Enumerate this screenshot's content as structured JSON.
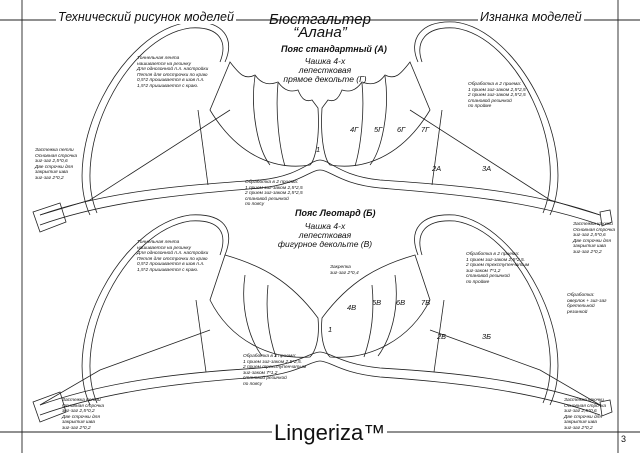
{
  "header": {
    "left_title": "Технический рисунок моделей",
    "center_title_line1": "Бюстгальтер",
    "center_title_line2": "“Алана”",
    "right_title": "Изнанка моделей"
  },
  "model_a": {
    "section_title": "Пояс стандартный (А)",
    "cup_line1": "Чашка 4-х",
    "cup_line2": "лепестковая",
    "cup_line3": "прямое декольте (Г)",
    "piece_labels": [
      "4Г",
      "5Г",
      "6Г",
      "7Г",
      "1",
      "2А",
      "3А"
    ],
    "note_strap_tape": "Тоннельная лента\nнашивается на резинку\nДля однозонной п.л. настройки\nПетля для отстрочки по краю\n0,5*2 прошивается в шов п.л.\n1,5*2 пришивается с краю.",
    "note_armhole": "Обработка в 2 приема:\n1 прием зиг-заком 2,5*2,5\n2 прием зиг-заком 2,5*2,5\nстановой резинкой\nпо пройме",
    "note_loop": "Застежка петли\nОсновная строчка\nзиг-заг 2,5*0,6\nДве строчки для\nзакрытия шва\nзиг-заг 2*0,2",
    "note_waist": "Обработка в 2 приема:\n1 прием зиг-заком 2,5*2,5\n2 прием зиг-заком 2,5*2,5\nстановой резинкой\nпо поясу",
    "note_hook": "Застежка крючки\nОсновная строчка\nзиг-заг 2,5*0,6\nДве строчки для\nзакрытия шва\nзиг-заг 2*0,2"
  },
  "model_b": {
    "section_title": "Пояс Леотард (Б)",
    "cup_line1": "Чашка 4-х",
    "cup_line2": "лепестковая",
    "cup_line3": "фигурное декольте (В)",
    "piece_labels": [
      "4В",
      "5В",
      "6В",
      "7В",
      "1",
      "2Б",
      "3Б"
    ],
    "note_strap_tape": "Тоннельная лента\nнашивается на резинку\nДля однозонной п.л. настройки\nПетля для отстрочки по краю\n0,5*2 прошивается в шов п.л.\n1,5*2 пришивается с краю.",
    "note_bartack": "Закрепка\nзиг-заг 2*0,4",
    "note_armhole": "Обработка в 2 приема:\n1 прием зиг-заком 2,5*2,5.\n2 прием трехступенчатым\nзиг-заком 7*1,2\nстановой резинкой\nпо пройме",
    "note_waist": "Обработка в 2 приема:\n1 прием зиг-заком 2,5*2,5.\n2 прием трехступенчатым\nзиг-заком 7*1,2\nстановой резинкой\nпо поясу",
    "note_edge": "Обработка:\nоверлок + зиг-заг\nбретельной\nрезинкой",
    "note_loop": "Застежка петли\nОсновная строчка\nзиг-заг 2,5*0,2\nДве строчки для\nзакрытия шва\nзиг-заг 2*0,2",
    "note_hook": "Застежка крючки\nОсновная строчка\nзиг-заг 2,5*0,6\nДве строчки для\nзакрытия шва\nзиг-заг 2*0,2"
  },
  "footer": {
    "brand": "Lingeriza™",
    "page_number": "3"
  }
}
